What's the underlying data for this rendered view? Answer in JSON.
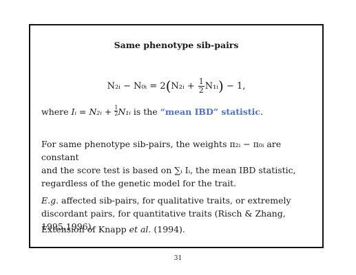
{
  "slide": {
    "title": "Same phenotype sib-pairs",
    "equation": {
      "lhs": "N₂ᵢ − N₀ᵢ = 2",
      "inner_a": "N₂ᵢ +",
      "frac_num": "1",
      "frac_den": "2",
      "inner_b": "N₁ᵢ",
      "rhs": " − 1,"
    },
    "para1": {
      "prefix": "where ",
      "expr_a": "Iᵢ = N₂ᵢ +",
      "frac_num": "1",
      "frac_den": "2",
      "expr_b": "N₁ᵢ",
      "middle": " is the ",
      "highlight": "“mean IBD” statistic",
      "suffix": "."
    },
    "para2": {
      "line1": "For same phenotype sib-pairs, the weights π₂ᵢ − π₀ᵢ are constant",
      "line2": "and the score test is based on ∑ᵢ Iᵢ, the mean IBD statistic,",
      "line3": "regardless of the genetic model for the trait."
    },
    "para3": {
      "eg": "E.g.",
      "line1_rest": " affected sib-pairs, for qualitative traits, or extremely",
      "line2": "discordant pairs, for quantitative traits (Risch & Zhang, 1995,1996)."
    },
    "para4": {
      "prefix": "Extension of Knapp ",
      "etal": "et al.",
      "suffix": " (1994)."
    }
  },
  "page_number": "31",
  "colors": {
    "highlight": "#4a6fd0",
    "border": "#111111"
  }
}
